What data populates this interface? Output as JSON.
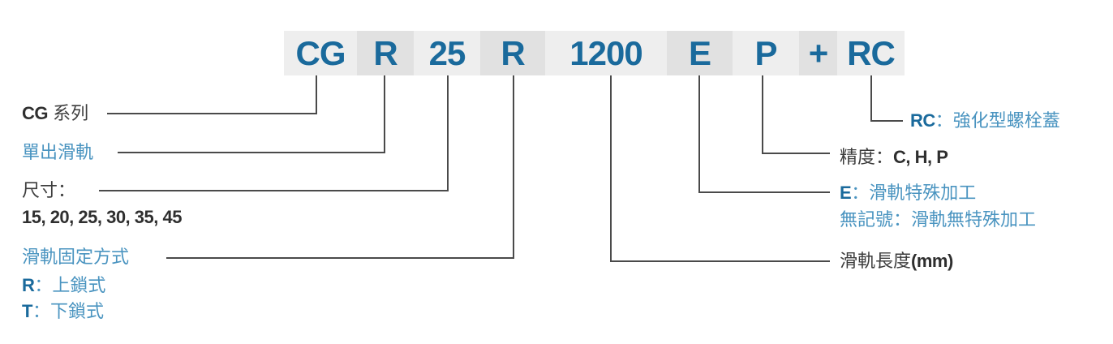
{
  "model_code": {
    "full": "CG R 25 R 1200 E P + RC",
    "segments": [
      {
        "code": "CG"
      },
      {
        "code": "R"
      },
      {
        "code": "25"
      },
      {
        "code": "R"
      },
      {
        "code": "1200"
      },
      {
        "code": "E"
      },
      {
        "code": "P"
      },
      {
        "code": "+"
      },
      {
        "code": "RC"
      }
    ]
  },
  "callouts": {
    "cg_series": {
      "p1": "CG",
      "p2": " 系列"
    },
    "single_rail": {
      "p1": "單出滑軌"
    },
    "size_label": {
      "p1": "尺寸："
    },
    "size_values": {
      "p1": "15, 20, 25, 30, 35, 45"
    },
    "rail_fixing": {
      "p1": "滑軌固定方式"
    },
    "fixing_r": {
      "p1": "R",
      "p2": "：上鎖式"
    },
    "fixing_t": {
      "p1": "T",
      "p2": "：下鎖式"
    },
    "rc_cover": {
      "p1": "RC",
      "p2": "：強化型螺栓蓋"
    },
    "precision": {
      "p1": "精度：",
      "p2": "C, H, P"
    },
    "special_e": {
      "p1": "E",
      "p2": "：滑軌特殊加工"
    },
    "special_none": {
      "p1": "無記號：滑軌無特殊加工"
    },
    "rail_length": {
      "p1": "滑軌長度",
      "p2": "(mm)"
    }
  },
  "colors": {
    "code_blue": "#1a6a9c",
    "label_blue": "#4a94c0",
    "text_dark": "#3d3d3d",
    "band_light": "#eeeeee",
    "band_dark": "#e1e1e1",
    "line": "#4a4a4a"
  }
}
